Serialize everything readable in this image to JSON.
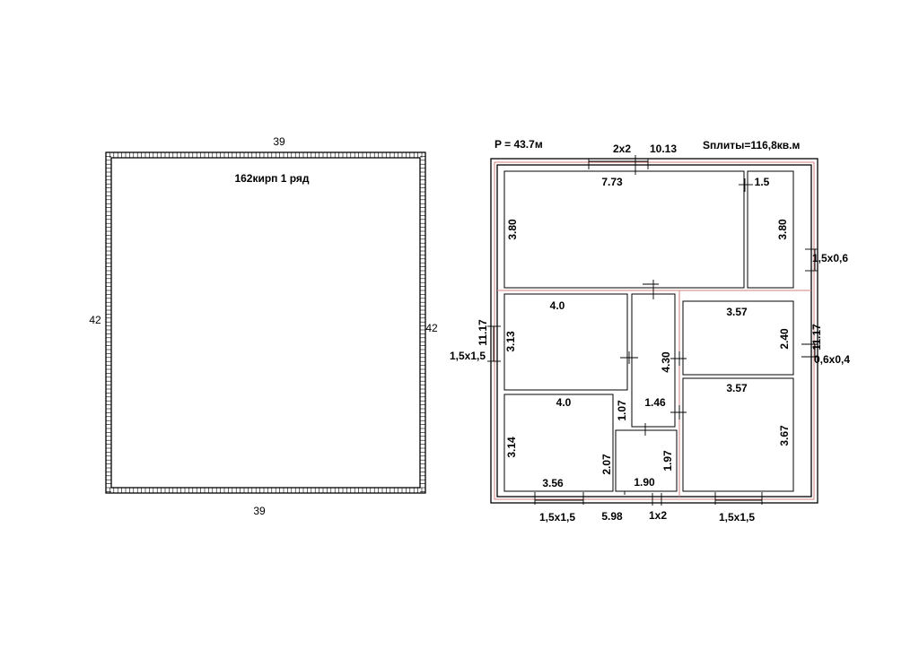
{
  "foundation_plan": {
    "top_width": "39",
    "bottom_width": "39",
    "left_height": "42",
    "right_height": "42",
    "note": "162кирп 1 ряд"
  },
  "floor_plan": {
    "perimeter": "P = 43.7м",
    "slab_area": "Sплиты=116,8кв.м",
    "overall_width": "10.13",
    "overall_length_left": "11.17",
    "overall_length_right": "11.17",
    "bottom_segment": "5.98",
    "openings": {
      "top_window": "2x2",
      "right_upper_window": "1,5x0,6",
      "right_lower_window": "0,6x0,4",
      "left_window": "1,5x1,5",
      "bottom_left_window": "1,5x1,5",
      "bottom_door": "1x2",
      "bottom_right_window": "1,5x1,5"
    },
    "rooms": {
      "hall": {
        "width": "7.73",
        "depth": "3.80"
      },
      "side_room": {
        "width": "1.5",
        "depth": "3.80"
      },
      "room_mid_left": {
        "width": "4.0",
        "depth": "3.13"
      },
      "room_low_left": {
        "width": "4.0",
        "depth": "3.14",
        "bottom": "3.56",
        "side": "2.07"
      },
      "corridor": {
        "depth": "4.30",
        "width": "1.46",
        "step": "1.07"
      },
      "wc": {
        "width": "1.90",
        "depth": "1.97"
      },
      "room_mid_right": {
        "width": "3.57",
        "depth": "2.40"
      },
      "room_low_right": {
        "width": "3.57",
        "depth": "3.67"
      }
    }
  }
}
